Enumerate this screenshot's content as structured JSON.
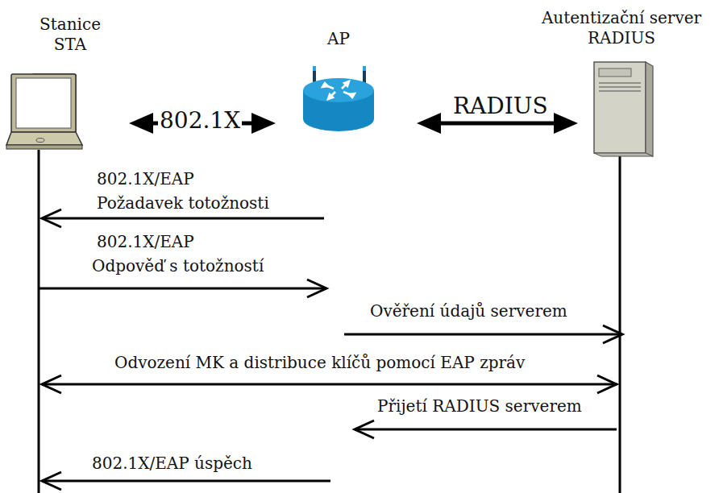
{
  "diagram": {
    "nodes": [
      {
        "text": [
          "Stanice STA"
        ]
      },
      {
        "text": [
          "AP"
        ]
      },
      {
        "text": [
          "Autentizační server RADIUS"
        ]
      }
    ],
    "edges": [
      {
        "from": 0,
        "to": 1,
        "arrow": "both",
        "label": "802.1X"
      },
      {
        "from": 1,
        "to": 2,
        "arrow": "both",
        "label": "RADIUS"
      },
      {
        "from": 1,
        "to": 0,
        "arrow": "to",
        "label": "Požadavek totožnosti"
      },
      {
        "from": 0,
        "to": 1,
        "arrow": "to",
        "label": "Odpověď s totožností"
      },
      {
        "from": 1,
        "to": 2,
        "arrow": "to",
        "label": "Ověření údajů serverem"
      },
      {
        "from": 0,
        "to": 2,
        "arrow": "both",
        "label": "Odvození MK a distribuce klíčů pomocí EAP zpráv"
      },
      {
        "from": 2,
        "to": 1,
        "arrow": "to",
        "label": "Přijetí RADIUS serverem"
      },
      {
        "from": 1,
        "to": 0,
        "arrow": "to",
        "label": "802.1X/EAP úspěch"
      }
    ],
    "labels": [
      "802.1X/EAP",
      "802.1X/EAP"
    ]
  }
}
